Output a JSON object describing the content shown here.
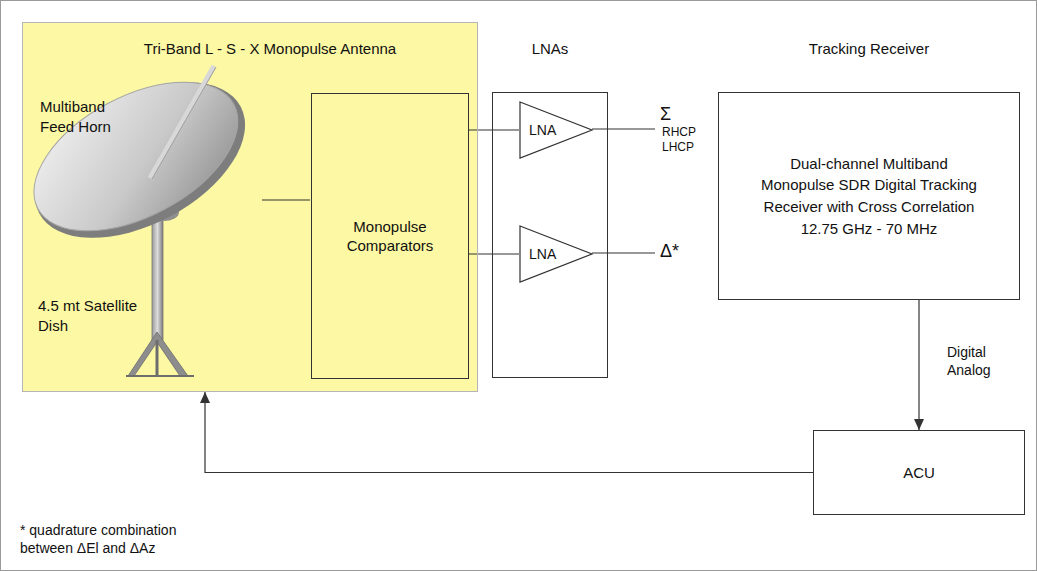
{
  "diagram": {
    "nodes": [
      {
        "text": [
          "Tri-Band L - S - X Monopulse Antenna"
        ]
      },
      {
        "text": [
          "Monopulse Comparators"
        ],
        "in": 0
      },
      {
        "text": [
          "LNAs"
        ]
      },
      {
        "text": [
          "LNA"
        ],
        "in": 2
      },
      {
        "text": [
          "LNA"
        ],
        "in": 2
      },
      {
        "text": [
          "Tracking Receiver",
          "Dual-channel Multiband Monopulse SDR Digital Tracking Receiver with Cross Correlation 12.75 GHz - 70 MHz"
        ]
      },
      {
        "text": [
          "ACU"
        ]
      }
    ],
    "edges": [
      {
        "from": 1,
        "to": 3,
        "arrow": "none"
      },
      {
        "from": 1,
        "to": 4,
        "arrow": "none"
      },
      {
        "from": 5,
        "to": 6,
        "label": "Digital Analog",
        "arrow": "to"
      },
      {
        "from": 6,
        "to": 0,
        "arrow": "to"
      }
    ],
    "labels": [
      "Multiband Feed Horn",
      "4.5 mt Satellite Dish",
      "Σ",
      "RHCP",
      "LHCP",
      "Δ*",
      "* quadrature combination between ΔEl and ΔAz"
    ]
  }
}
